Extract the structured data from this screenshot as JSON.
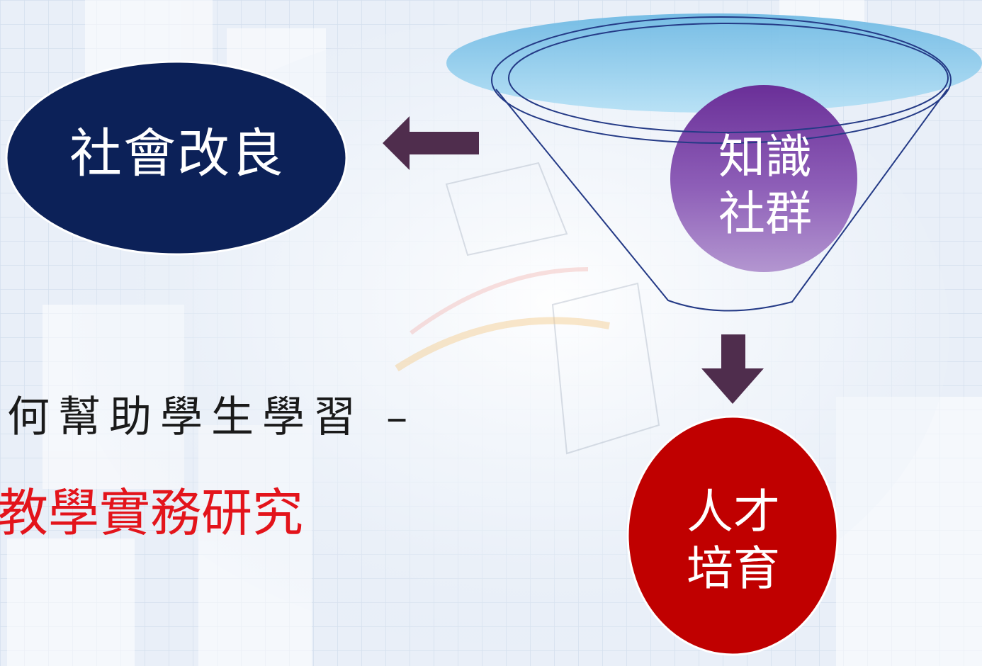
{
  "nodes": {
    "social": "社會改良",
    "knowledge_line1": "知識",
    "knowledge_line2": "社群",
    "talent_line1": "人才",
    "talent_line2": "培育"
  },
  "text": {
    "question": "如何幫助學生學習 –",
    "answer": "教學實務研究"
  },
  "colors": {
    "social_fill": "#0c2158",
    "knowledge_fill_top": "#6a2f98",
    "knowledge_fill_bottom": "#a88bc9",
    "talent_fill": "#c00000",
    "arrow_fill": "#4f2d4d",
    "funnel_rim_fill": "#8ecbe9",
    "funnel_stroke": "#243a86",
    "answer_text": "#e3141b"
  }
}
